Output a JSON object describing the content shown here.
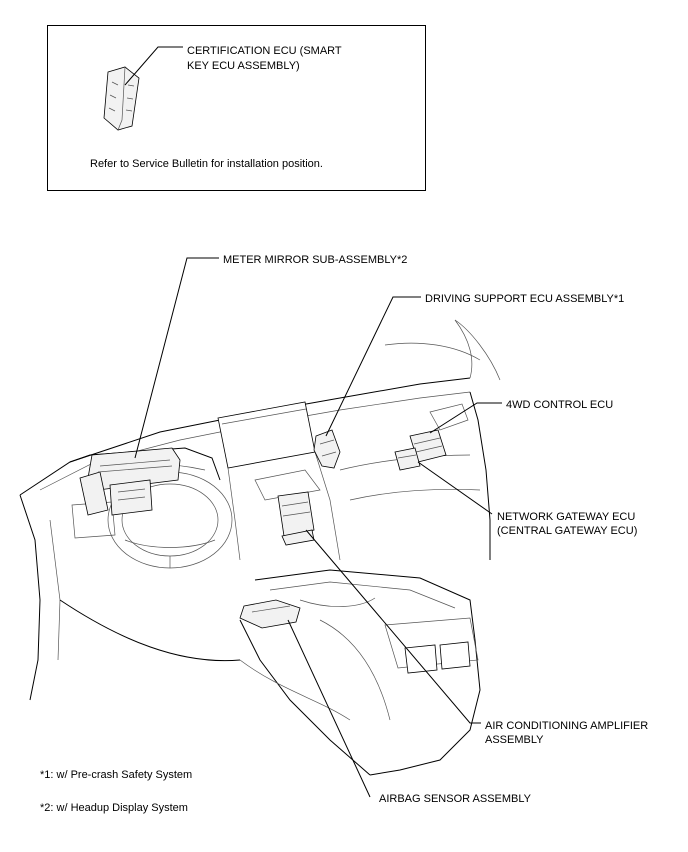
{
  "certification_box": {
    "label_line1": "CERTIFICATION ECU (SMART",
    "label_line2": "KEY ECU ASSEMBLY)",
    "note": "Refer to Service Bulletin for installation position."
  },
  "labels": {
    "meter_mirror": "METER MIRROR SUB-ASSEMBLY*2",
    "driving_support": "DRIVING SUPPORT ECU ASSEMBLY*1",
    "four_wd": "4WD CONTROL ECU",
    "network_gateway_line1": "NETWORK GATEWAY ECU",
    "network_gateway_line2": "(CENTRAL GATEWAY ECU)",
    "air_conditioning_line1": "AIR CONDITIONING AMPLIFIER",
    "air_conditioning_line2": "ASSEMBLY",
    "airbag_sensor": "AIRBAG SENSOR ASSEMBLY"
  },
  "footnotes": {
    "note1": "*1: w/ Pre-crash Safety System",
    "note2": "*2: w/ Headup Display System"
  }
}
